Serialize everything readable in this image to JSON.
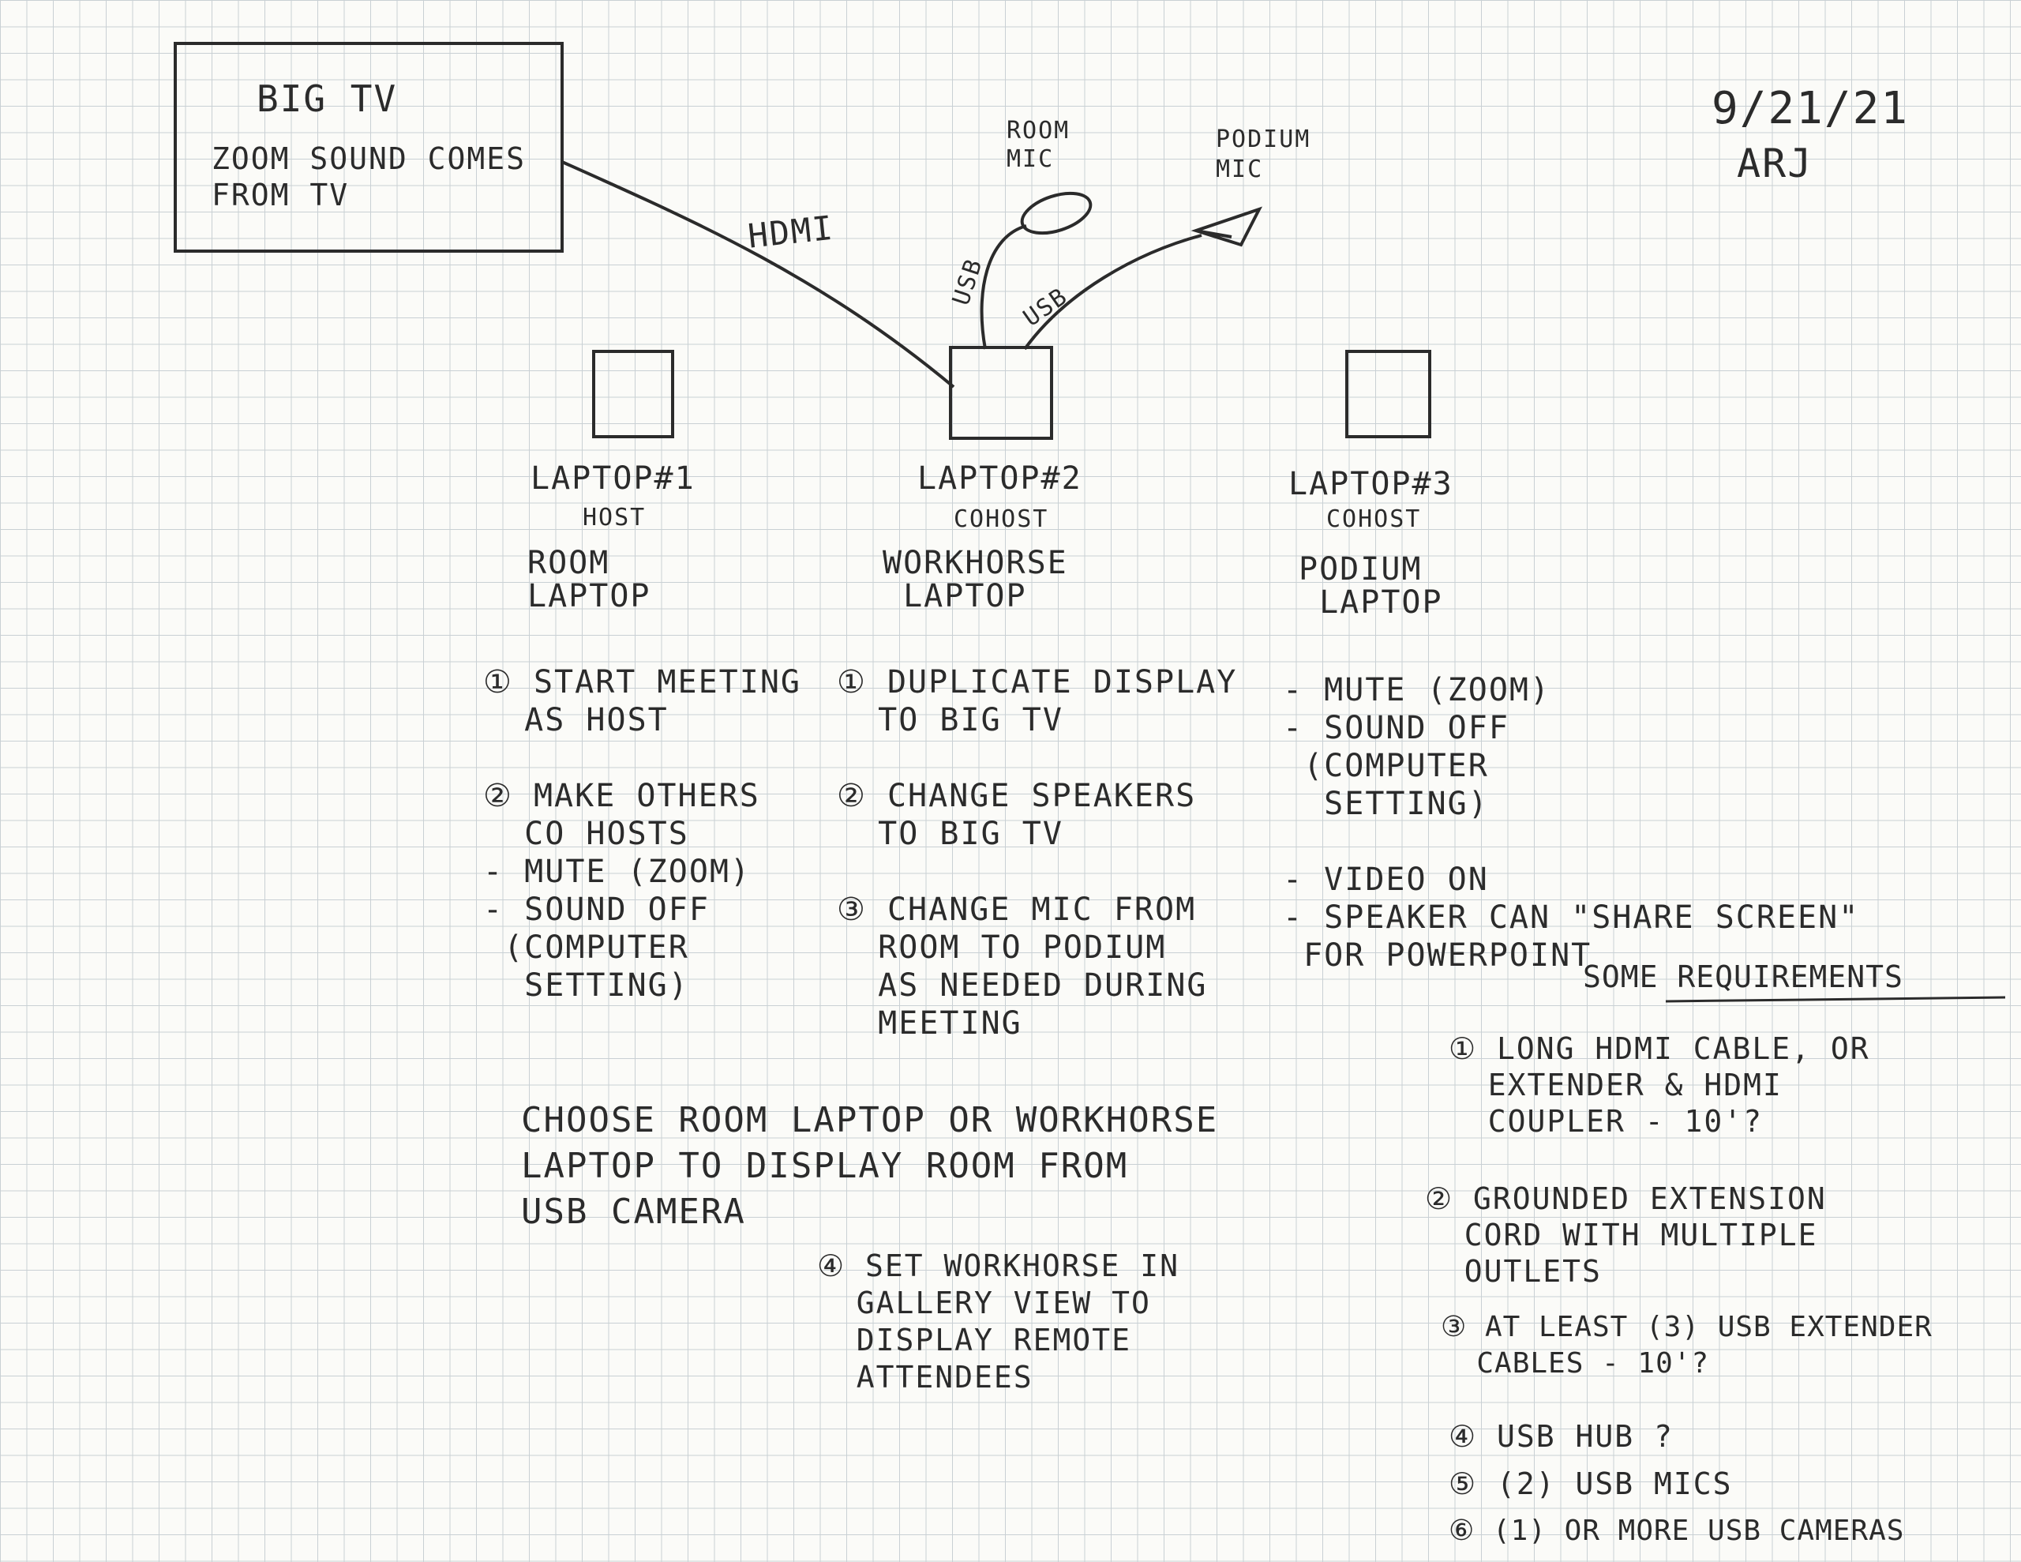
{
  "date": "9/21/21",
  "initials": "ARJ",
  "tv": {
    "title": "BIG TV",
    "note": "ZOOM SOUND COMES\nFROM TV"
  },
  "cables": {
    "hdmi": "HDMI",
    "usb_room_mic": "USB",
    "usb_podium_mic": "USB"
  },
  "mics": {
    "room": "ROOM\nMIC",
    "podium": "PODIUM\nMIC"
  },
  "laptops": [
    {
      "label": "LAPTOP#1",
      "role": "HOST",
      "name": "ROOM\nLAPTOP",
      "steps": "① START MEETING\n  AS HOST\n\n② MAKE OTHERS\n  CO HOSTS\n- MUTE (ZOOM)\n- SOUND OFF\n (COMPUTER\n  SETTING)"
    },
    {
      "label": "LAPTOP#2",
      "role": "COHOST",
      "name": "WORKHORSE\n LAPTOP",
      "steps": "① DUPLICATE DISPLAY\n  TO BIG TV\n\n② CHANGE SPEAKERS\n  TO BIG TV\n\n③ CHANGE MIC FROM\n  ROOM TO PODIUM\n  AS NEEDED DURING\n  MEETING"
    },
    {
      "label": "LAPTOP#3",
      "role": "COHOST",
      "name": "PODIUM\n LAPTOP",
      "steps": "- MUTE (ZOOM)\n- SOUND OFF\n (COMPUTER\n  SETTING)\n\n- VIDEO ON\n- SPEAKER CAN \"SHARE SCREEN\"\n FOR POWERPOINT"
    }
  ],
  "camera_note": "CHOOSE ROOM LAPTOP OR WORKHORSE\nLAPTOP TO DISPLAY ROOM FROM\nUSB CAMERA",
  "step4": "④ SET WORKHORSE IN\n  GALLERY VIEW TO\n  DISPLAY REMOTE\n  ATTENDEES",
  "requirements": {
    "heading": "SOME REQUIREMENTS",
    "items": [
      "① LONG HDMI CABLE, OR\n  EXTENDER & HDMI\n  COUPLER - 10'?",
      "② GROUNDED EXTENSION\n  CORD WITH MULTIPLE\n  OUTLETS",
      "③ AT LEAST (3) USB EXTENDER\n  CABLES - 10'?",
      "④ USB HUB ?",
      "⑤ (2) USB MICS",
      "⑥ (1) OR MORE USB CAMERAS"
    ]
  }
}
